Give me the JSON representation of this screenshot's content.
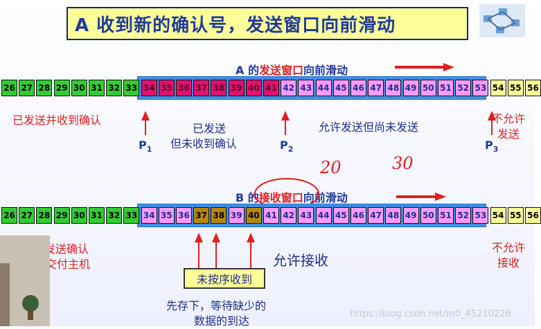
{
  "title": "A 收到新的确认号，发送窗口向前滑动",
  "row_a": {
    "heading_prefix": "A 的",
    "heading_highlight": "发送窗口",
    "heading_suffix": "向前滑动",
    "numbers": [
      26,
      27,
      28,
      29,
      30,
      31,
      32,
      33,
      34,
      35,
      36,
      37,
      38,
      39,
      40,
      41,
      42,
      43,
      44,
      45,
      46,
      47,
      48,
      49,
      50,
      51,
      52,
      53,
      54,
      55,
      56
    ],
    "label_left": "已发送并收到确认",
    "label_sent_1": "已发送",
    "label_sent_2": "但未收到确认",
    "label_allowed": "允许发送但尚未发送",
    "label_right_1": "不允许",
    "label_right_2": "发送",
    "pointers": [
      {
        "name": "P",
        "sub": "1"
      },
      {
        "name": "P",
        "sub": "2"
      },
      {
        "name": "P",
        "sub": "3"
      }
    ]
  },
  "row_b": {
    "heading_prefix": "B 的",
    "heading_highlight": "接收窗口",
    "heading_suffix": "向前滑动",
    "numbers": [
      26,
      27,
      28,
      29,
      30,
      31,
      32,
      33,
      34,
      35,
      36,
      37,
      38,
      39,
      40,
      41,
      42,
      43,
      44,
      45,
      46,
      47,
      48,
      49,
      50,
      51,
      52,
      53,
      54,
      55,
      56
    ],
    "label_left_1": "已发送确认",
    "label_left_2": "交付主机",
    "label_allowed": "允许接收",
    "label_right_1": "不允许",
    "label_right_2": "接收",
    "box_label": "未按序收到",
    "note_1": "先存下，等待缺少的",
    "note_2": "数据的到达"
  },
  "handwriting": [
    "20",
    "30"
  ],
  "watermark": "https://blog.csdn.net/m0_45210226",
  "colors": {
    "acked": "#33cc33",
    "sent": "#e0126e",
    "allowed": "#ff99ff",
    "outside": "#ffff99",
    "window": "#3f8fe6",
    "received": "#b8860b",
    "arrow": "#e02020"
  }
}
